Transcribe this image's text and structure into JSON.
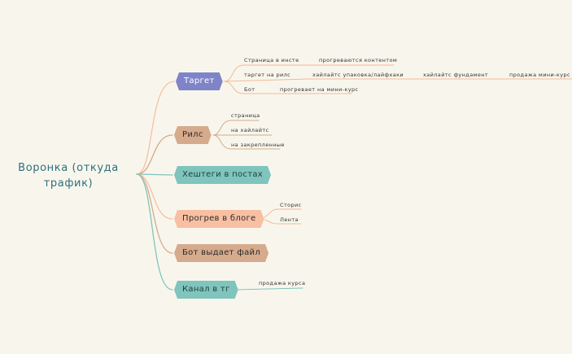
{
  "root": {
    "label": "Воронка (откуда трафик)"
  },
  "colors": {
    "target": "#7f84c9",
    "rils": "#d6aa8c",
    "hashtags": "#7fc4bd",
    "warmup": "#f9bfa2",
    "bot": "#d6aa8c",
    "channel": "#7fc4bd",
    "root": "#2e6f7e"
  },
  "branches": [
    {
      "id": "target",
      "label": "Таргет",
      "children": [
        {
          "label": "Страница в инсте",
          "children": [
            {
              "label": "прогреваются контентом"
            }
          ]
        },
        {
          "label": "таргет на рилс",
          "children": [
            {
              "label": "хайлайтс упаковка/лайфхаки",
              "children": [
                {
                  "label": "хайлайтс фундамент",
                  "children": [
                    {
                      "label": "продажа мини-курс"
                    }
                  ]
                }
              ]
            }
          ]
        },
        {
          "label": "Бот",
          "children": [
            {
              "label": "прогревает на мини-курс"
            }
          ]
        }
      ]
    },
    {
      "id": "rils",
      "label": "Рилс",
      "children": [
        {
          "label": "страница"
        },
        {
          "label": "на хайлайтс"
        },
        {
          "label": "на закрепленные"
        }
      ]
    },
    {
      "id": "hashtags",
      "label": "Хештеги в постах",
      "children": []
    },
    {
      "id": "warmup",
      "label": "Прогрев в блоге",
      "children": [
        {
          "label": "Сторис"
        },
        {
          "label": "Лента"
        }
      ]
    },
    {
      "id": "bot",
      "label": "Бот выдает файл",
      "children": []
    },
    {
      "id": "channel",
      "label": "Канал в тг",
      "children": [
        {
          "label": "продажа курса"
        }
      ]
    }
  ]
}
